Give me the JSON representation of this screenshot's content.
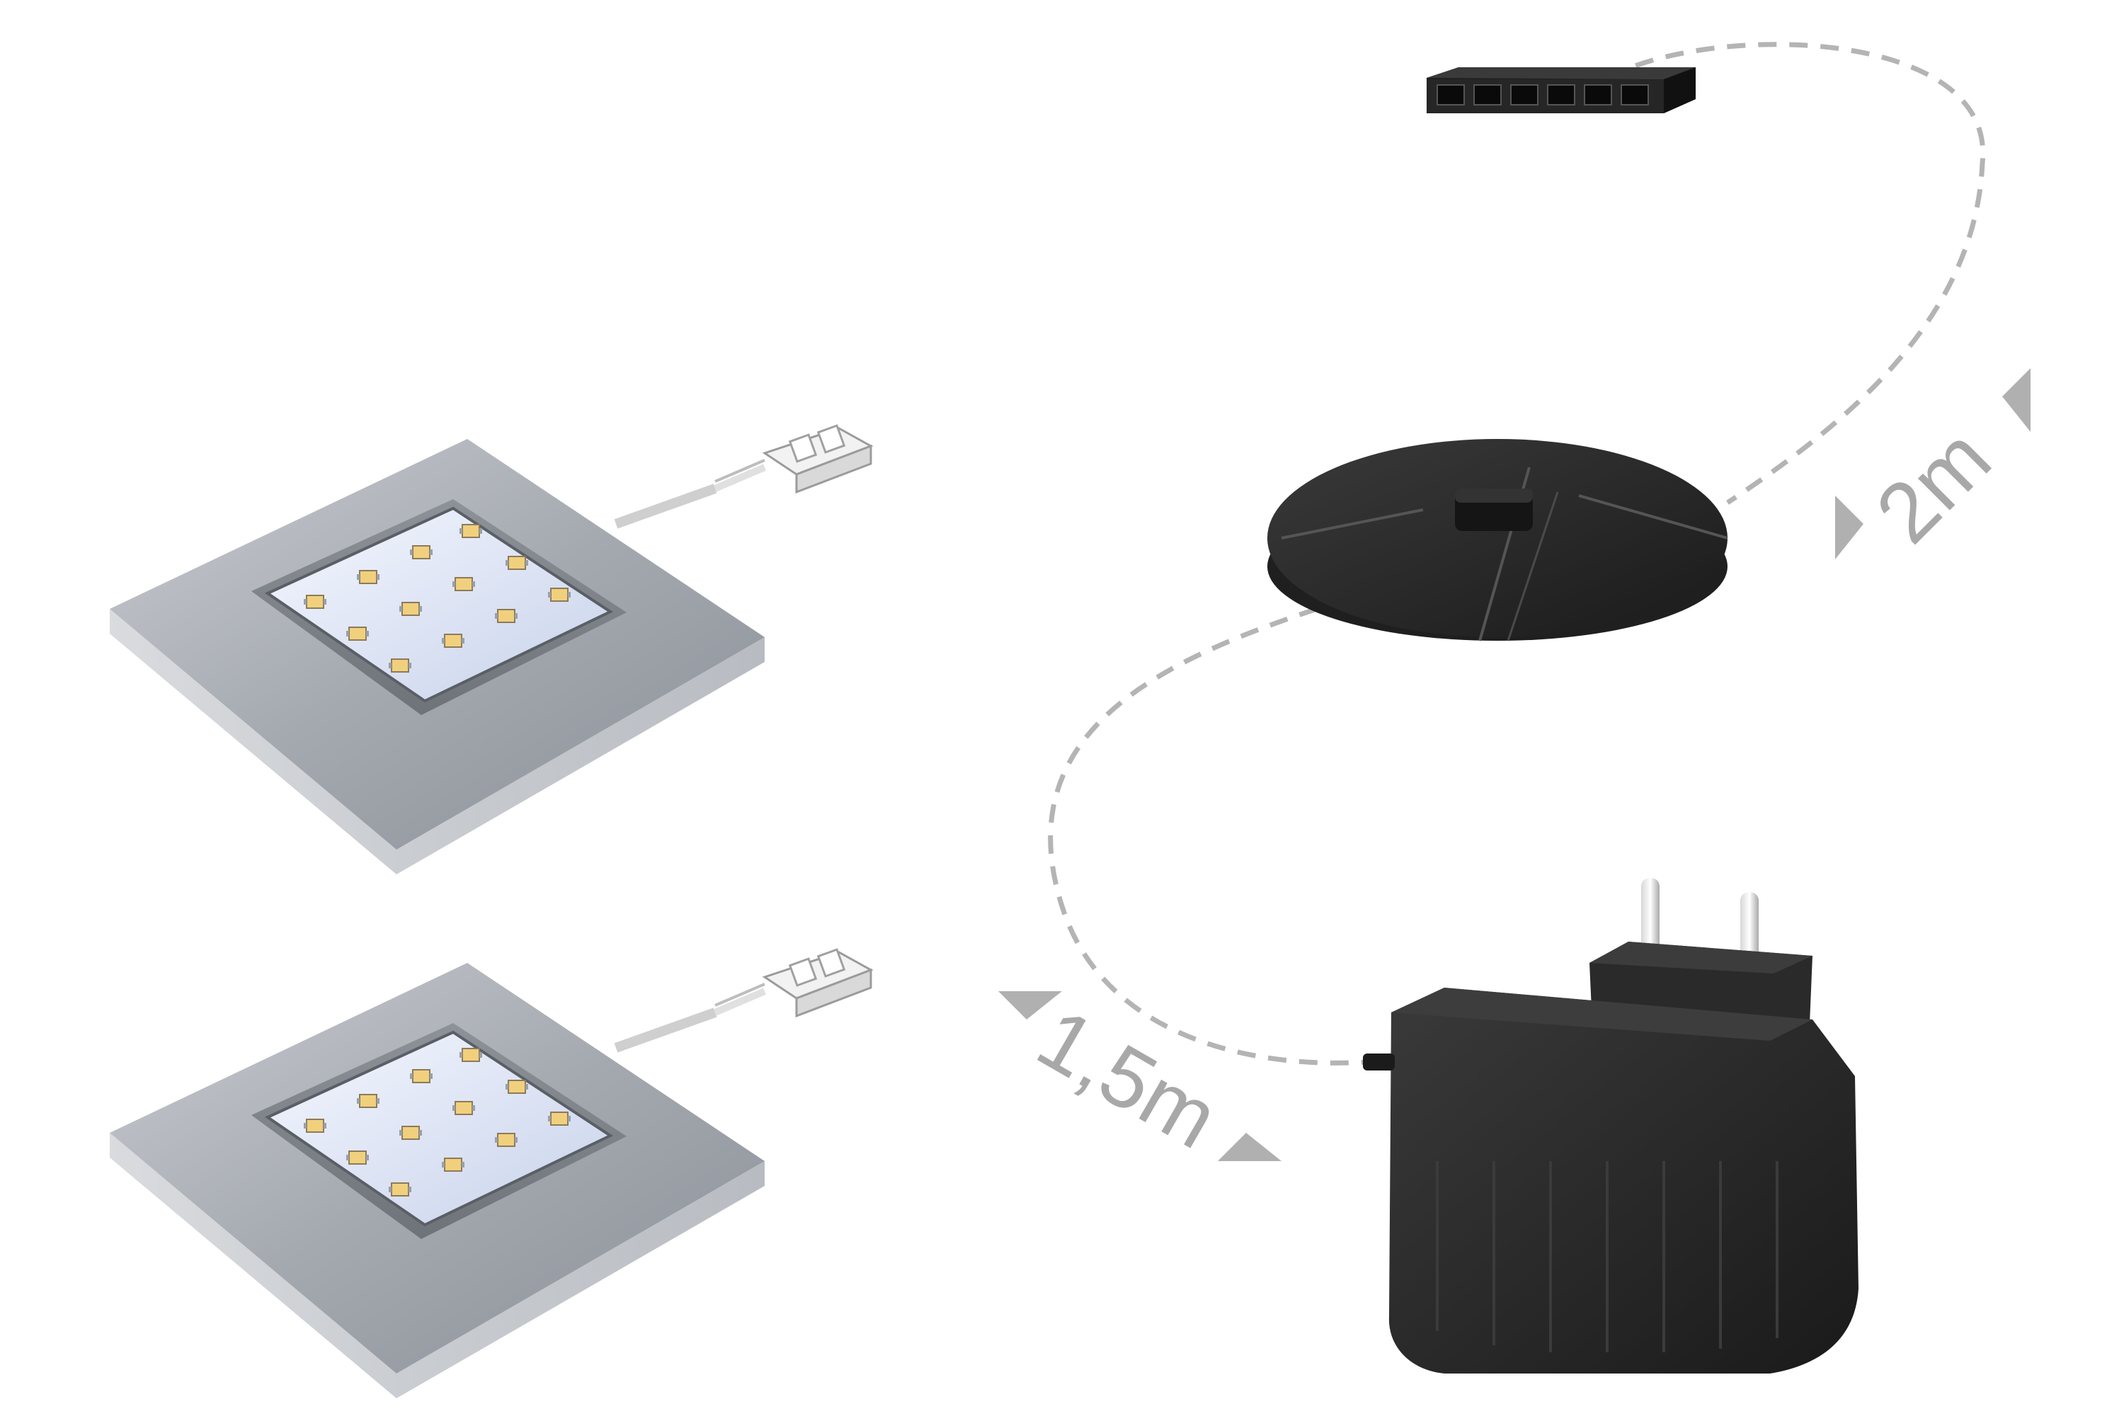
{
  "labels": {
    "cable_short": "2m",
    "cable_long": "1,5m"
  },
  "colors": {
    "background": "#ffffff",
    "dashed_cable": "#b4b4b4",
    "dimension_label": "#a8a8a8",
    "fixture_frame": "#9fa4ab",
    "led_chip": "#f2d48a",
    "device_body": "#2b2b2b"
  },
  "components": [
    {
      "id": "led-fixture",
      "count": 2
    },
    {
      "id": "distributor-6-way"
    },
    {
      "id": "sensor-switch"
    },
    {
      "id": "power-supply-plug"
    }
  ]
}
